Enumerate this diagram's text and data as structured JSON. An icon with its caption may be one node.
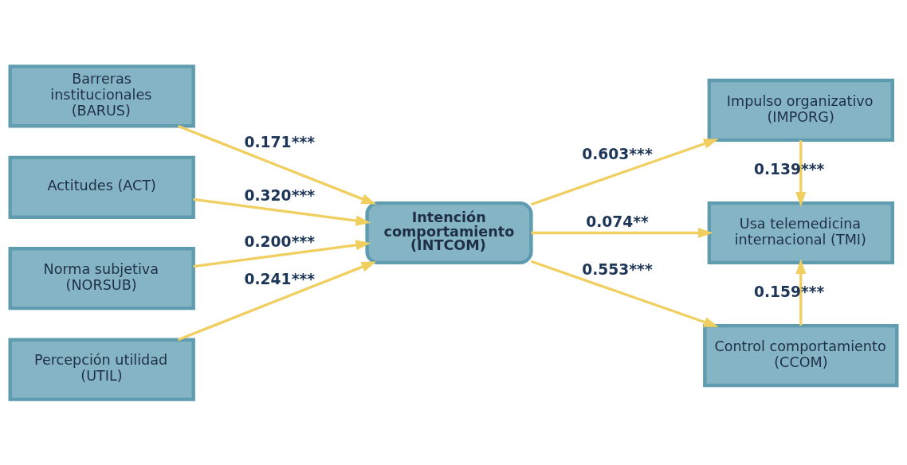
{
  "diagram": {
    "nodes": [
      {
        "text": [
          "Barreras institucionales (BARUS)"
        ]
      },
      {
        "text": [
          "Actitudes (ACT)"
        ]
      },
      {
        "text": [
          "Norma subjetiva (NORSUB)"
        ]
      },
      {
        "text": [
          "Percepción utilidad (UTIL)"
        ]
      },
      {
        "text": [
          "Intención comportamiento (INTCOM)"
        ]
      },
      {
        "text": [
          "Impulso organizativo (IMPORG)"
        ]
      },
      {
        "text": [
          "Usa telemedicina internacional (TMI)"
        ]
      },
      {
        "text": [
          "Control comportamiento (CCOM)"
        ]
      }
    ],
    "edges": [
      {
        "from": 0,
        "to": 4,
        "arrow": "to",
        "label": "0.171***"
      },
      {
        "from": 1,
        "to": 4,
        "arrow": "to",
        "label": "0.320***"
      },
      {
        "from": 2,
        "to": 4,
        "arrow": "to",
        "label": "0.200***"
      },
      {
        "from": 3,
        "to": 4,
        "arrow": "to",
        "label": "0.241***"
      },
      {
        "from": 4,
        "to": 5,
        "arrow": "to",
        "label": "0.603***"
      },
      {
        "from": 4,
        "to": 6,
        "arrow": "to",
        "label": "0.074**"
      },
      {
        "from": 4,
        "to": 7,
        "arrow": "to",
        "label": "0.553***"
      },
      {
        "from": 5,
        "to": 6,
        "arrow": "to",
        "label": "0.139***"
      },
      {
        "from": 7,
        "to": 6,
        "arrow": "to",
        "label": "0.159***"
      }
    ]
  }
}
